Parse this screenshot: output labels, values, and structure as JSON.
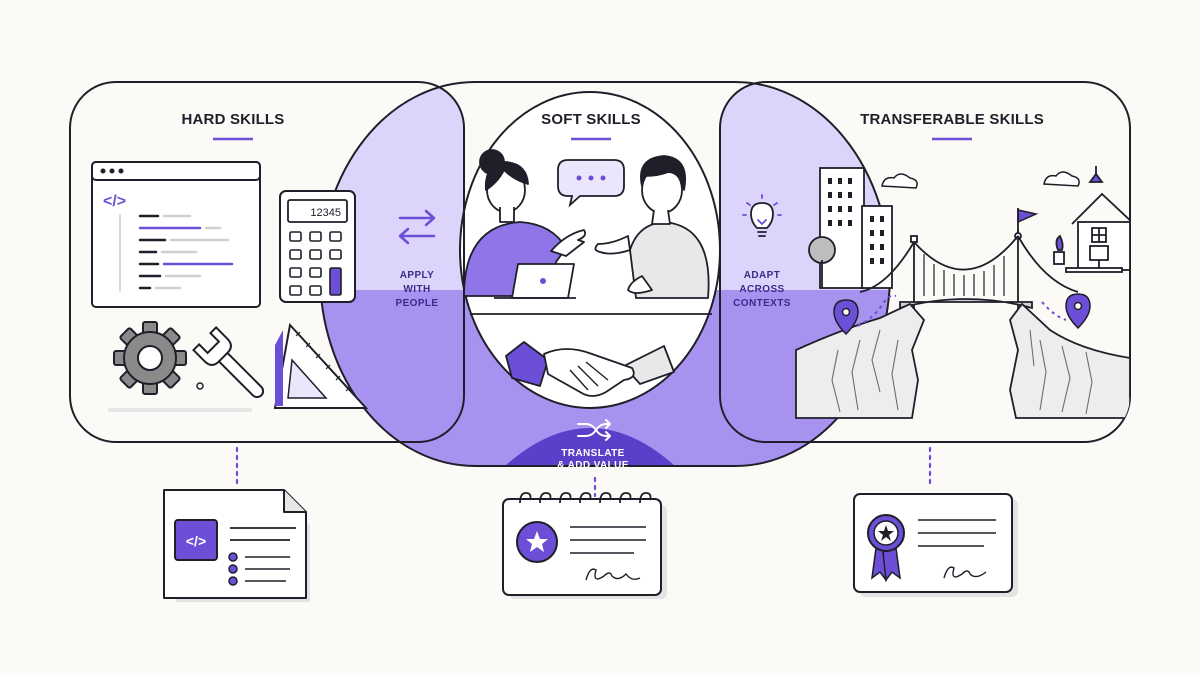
{
  "sections": {
    "hard": {
      "title": "HARD SKILLS",
      "calculator_display": "12345"
    },
    "soft": {
      "title": "SOFT SKILLS"
    },
    "transferable": {
      "title": "TRANSFERABLE SKILLS"
    }
  },
  "overlaps": {
    "left": {
      "line1": "APPLY",
      "line2": "WITH",
      "line3": "PEOPLE"
    },
    "right": {
      "line1": "ADAPT",
      "line2": "ACROSS",
      "line3": "CONTEXTS"
    },
    "bottom": {
      "line1": "TRANSLATE",
      "line2": "& ADD VALUE"
    }
  },
  "icons": {
    "hard": [
      "code-window-icon",
      "calculator-icon",
      "gear-icon",
      "wrench-icon",
      "set-square-icon"
    ],
    "soft": [
      "speech-bubble-icon",
      "people-icon",
      "laptop-icon",
      "handshake-icon"
    ],
    "transferable": [
      "city-icon",
      "bridge-icon",
      "location-pin-icon",
      "house-icon",
      "flag-icon"
    ],
    "overlaps": [
      "swap-arrows-icon",
      "lightbulb-icon",
      "shuffle-icon"
    ],
    "documents": [
      "code-document-icon",
      "certificate-icon",
      "award-document-icon"
    ]
  },
  "colors": {
    "accent": "#6c4fd6",
    "accent_light": "#dcd4fa",
    "accent_mid": "#a892ef",
    "accent_dark": "#5b3fc9",
    "outline": "#1f1f2a",
    "background": "#fbfaf6"
  }
}
